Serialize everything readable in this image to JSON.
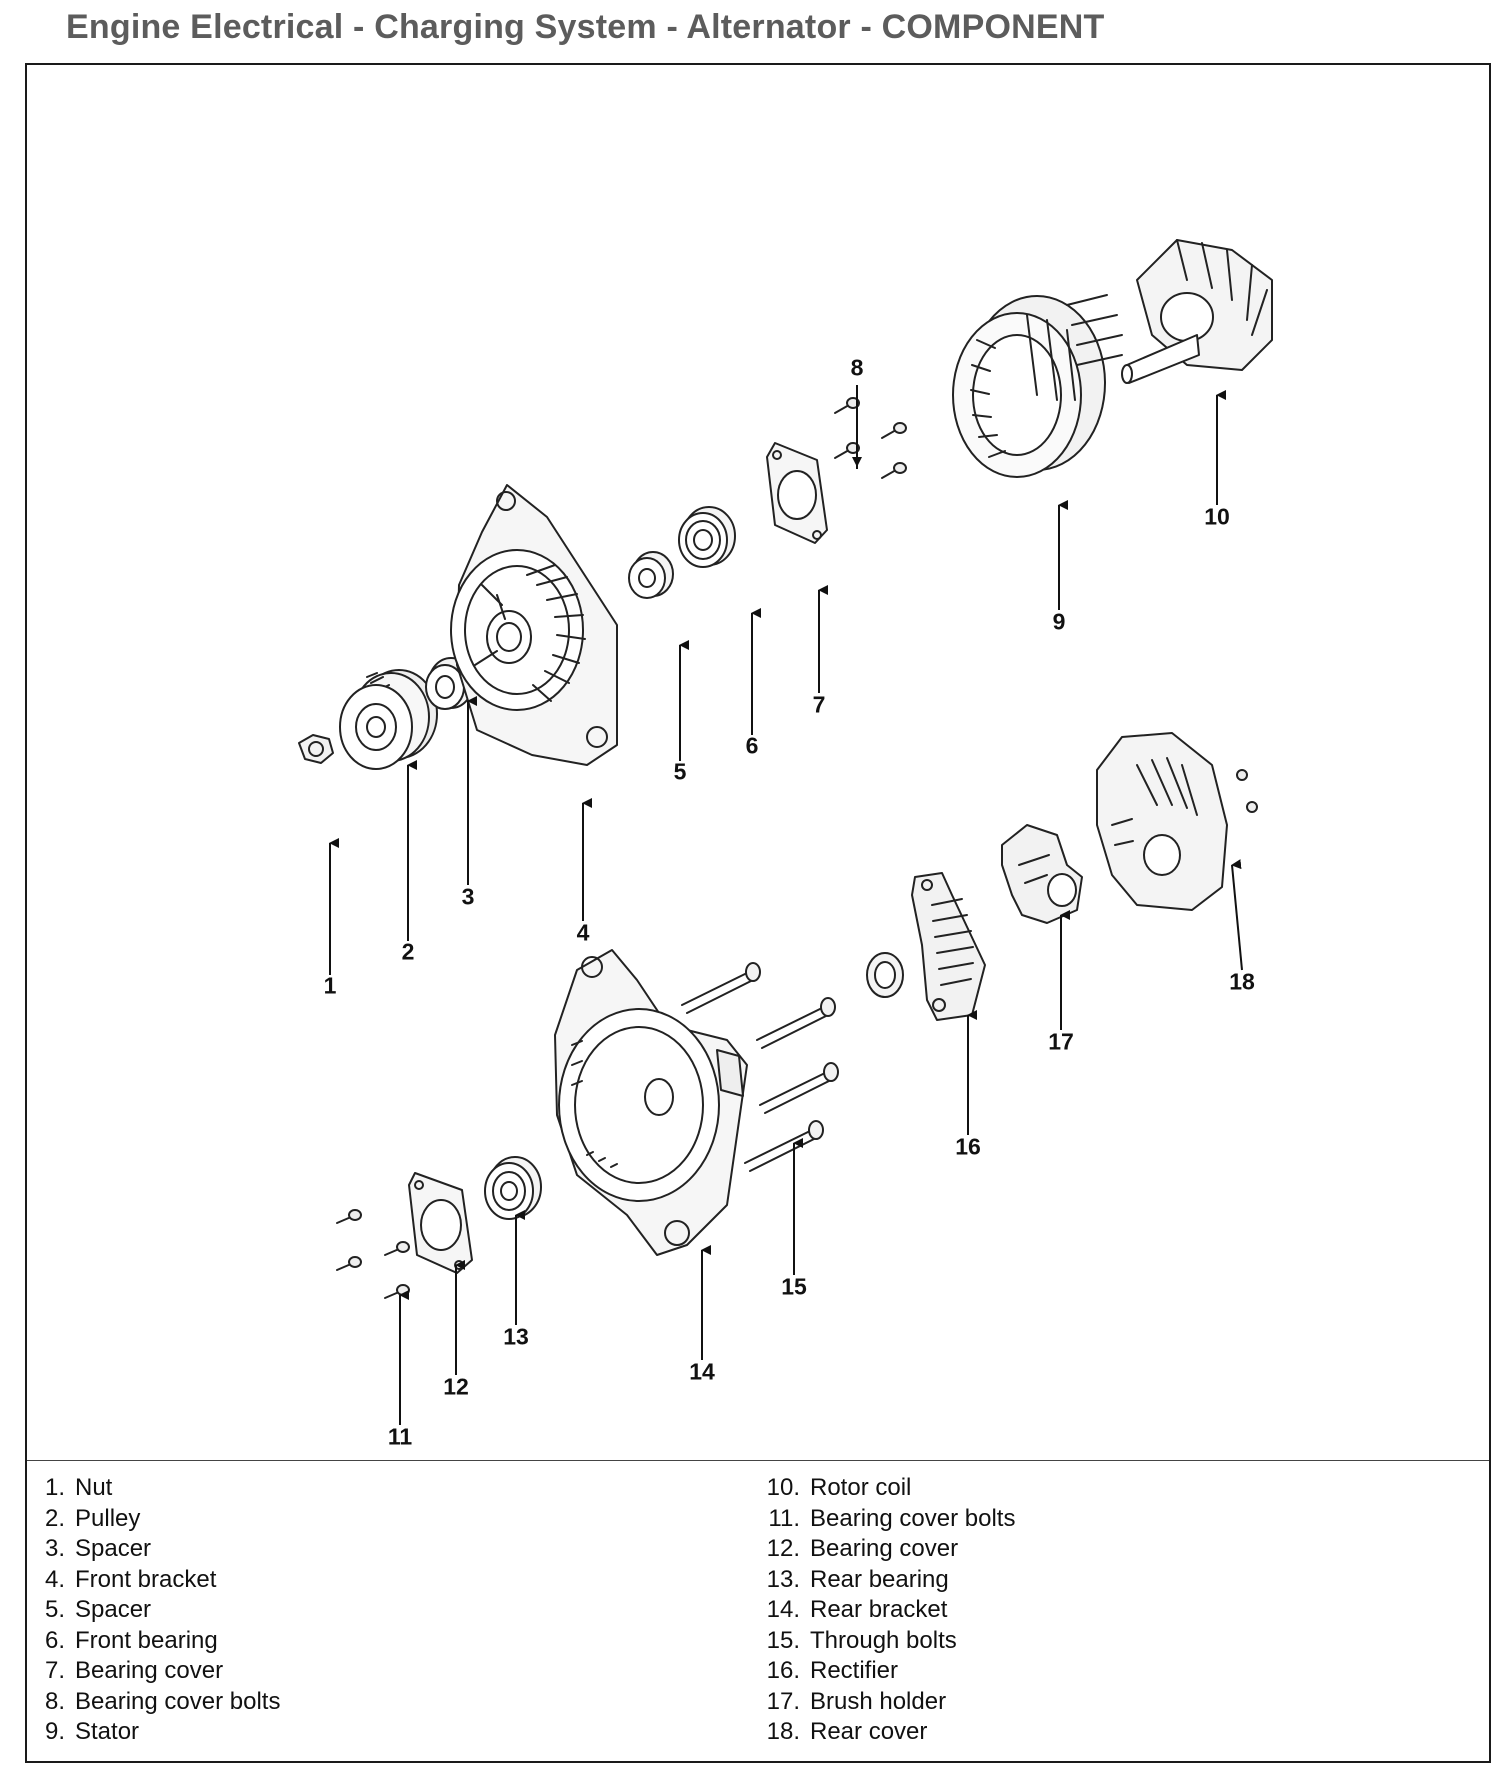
{
  "title": "Engine Electrical - Charging System - Alternator - COMPONENT",
  "callouts": [
    "1",
    "2",
    "3",
    "4",
    "5",
    "6",
    "7",
    "8",
    "9",
    "10",
    "11",
    "12",
    "13",
    "14",
    "15",
    "16",
    "17",
    "18"
  ],
  "legend_left": [
    {
      "num": "1.",
      "label": "Nut"
    },
    {
      "num": "2.",
      "label": "Pulley"
    },
    {
      "num": "3.",
      "label": "Spacer"
    },
    {
      "num": "4.",
      "label": "Front bracket"
    },
    {
      "num": "5.",
      "label": "Spacer"
    },
    {
      "num": "6.",
      "label": "Front bearing"
    },
    {
      "num": "7.",
      "label": "Bearing cover"
    },
    {
      "num": "8.",
      "label": "Bearing cover bolts"
    },
    {
      "num": "9.",
      "label": "Stator"
    }
  ],
  "legend_right": [
    {
      "num": "10.",
      "label": "Rotor coil"
    },
    {
      "num": "11.",
      "label": "Bearing cover bolts"
    },
    {
      "num": "12.",
      "label": "Bearing cover"
    },
    {
      "num": "13.",
      "label": "Rear bearing"
    },
    {
      "num": "14.",
      "label": "Rear bracket"
    },
    {
      "num": "15.",
      "label": "Through bolts"
    },
    {
      "num": "16.",
      "label": "Rectifier"
    },
    {
      "num": "17.",
      "label": "Brush holder"
    },
    {
      "num": "18.",
      "label": "Rear cover"
    }
  ]
}
